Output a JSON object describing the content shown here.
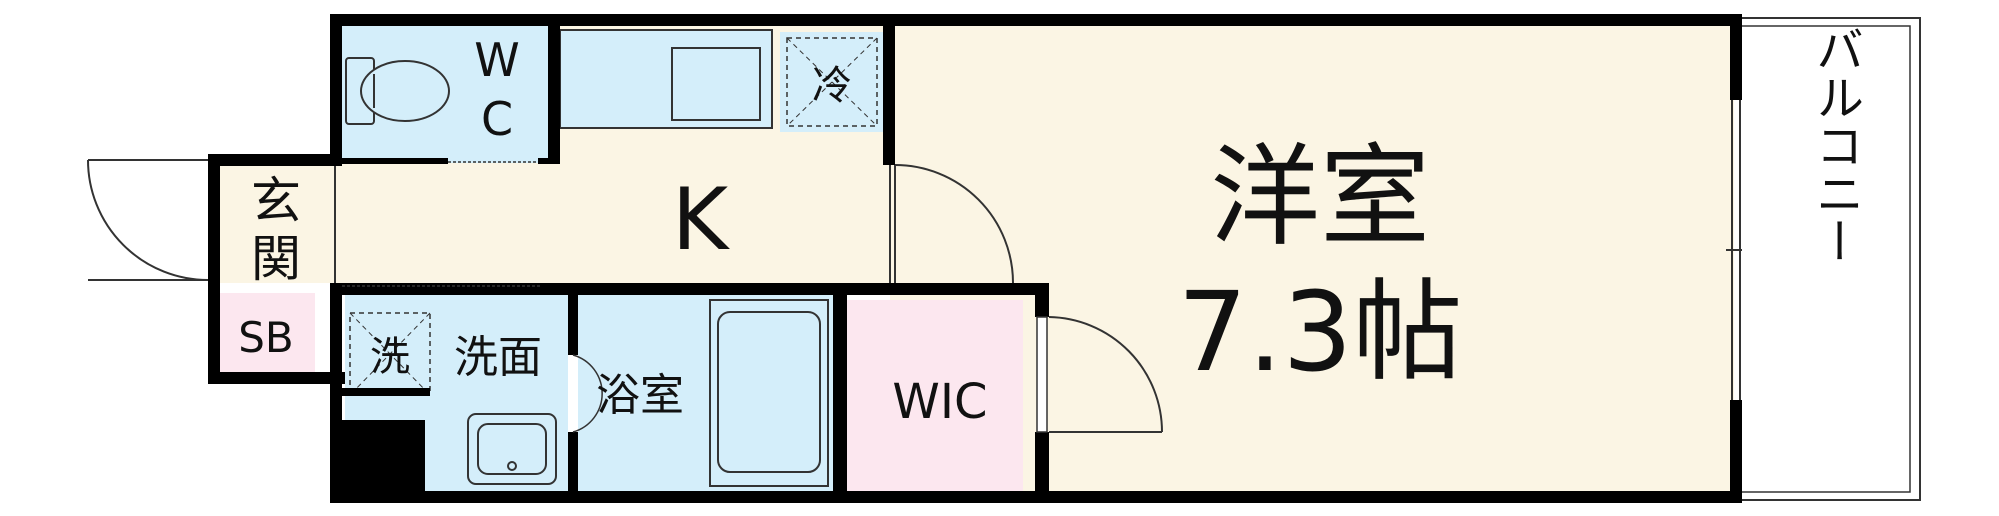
{
  "rooms": {
    "wc_top": "W",
    "wc_bottom": "C",
    "fridge": "冷",
    "kitchen": "K",
    "entrance_top": "玄",
    "entrance_bottom": "関",
    "shoe_box": "SB",
    "washer": "洗",
    "washroom": "洗面",
    "bathroom": "浴室",
    "wic": "WIC",
    "western_room": "洋室",
    "western_room_size": "7.3帖",
    "balcony": "バルコニー"
  },
  "colors": {
    "wall": "#000000",
    "wet_area": "#d4eefa",
    "dry_area": "#fbf5e4",
    "storage": "#fce7ef",
    "balcony": "#ffffff"
  }
}
